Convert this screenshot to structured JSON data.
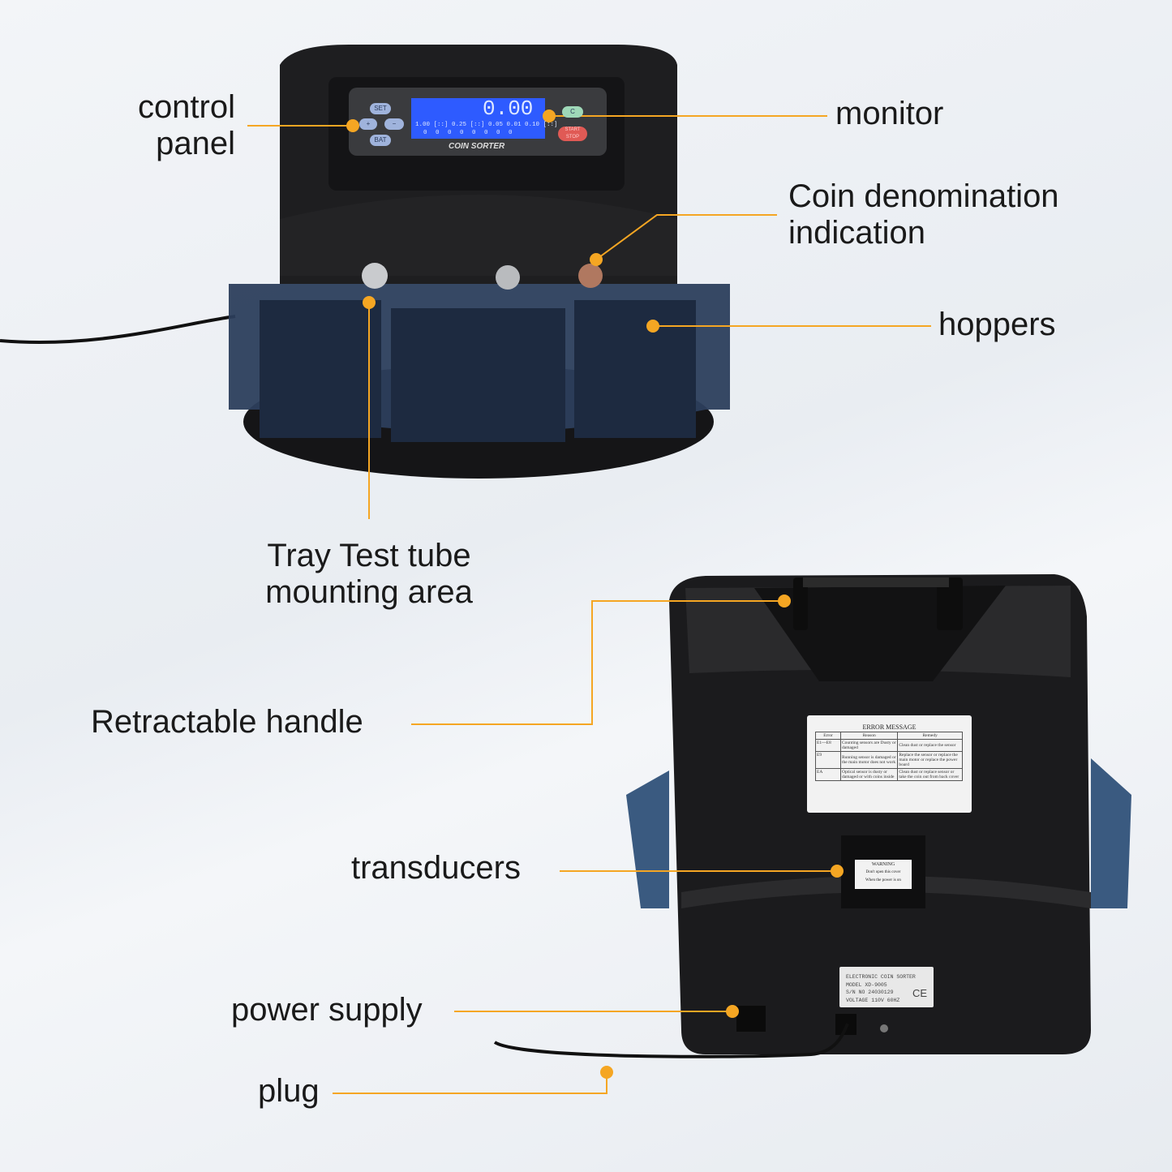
{
  "labels": {
    "control_panel": [
      "control",
      "panel"
    ],
    "monitor": "monitor",
    "coin_denomination": [
      "Coin denomination",
      "indication"
    ],
    "hoppers": "hoppers",
    "tray": [
      "Tray Test tube",
      "mounting area"
    ],
    "handle": "Retractable handle",
    "transducers": "transducers",
    "power_supply": "power supply",
    "plug": "plug"
  },
  "device_front": {
    "lcd_total": "0.00",
    "lcd_denoms": "1.00 [::] 0.25 [::] 0.05 0.01 0.10 [::]",
    "lcd_counts": "0  0  0  0  0  0  0  0",
    "brand_text": "COIN SORTER",
    "buttons": {
      "set": "SET",
      "plus": "+",
      "minus": "−",
      "bat": "BAT",
      "clear": "C",
      "start_stop": "START STOP"
    }
  },
  "device_back": {
    "error_title": "ERROR MESSAGE",
    "error_headers": [
      "Error",
      "Reason",
      "Remedy"
    ],
    "error_rows": [
      [
        "E1---E8",
        "Counting sensors are Dusty or damaged",
        "Clean dust or replace the sensor"
      ],
      [
        "E9",
        "Running sensor is damaged or the main motor does not work",
        "Replace the sensor or replace the main motor or replace the power board"
      ],
      [
        "EA",
        "Optical sensor is dusty or damaged or with coins inside",
        "Clean dust or replace sensor or take the coin out from back cover"
      ]
    ],
    "warning_title": "WARNING",
    "warning_lines": [
      "Don't open this cover",
      "When the power is on"
    ],
    "nameplate": [
      "ELECTRONIC COIN SORTER",
      "MODEL  XD-9005",
      "S/N NO  24030129",
      "VOLTAGE 110V 60HZ"
    ],
    "ce_mark": "CE"
  },
  "colors": {
    "accent": "#f5a623",
    "body": "#1c1c1e",
    "hopper": "#2c3e5c",
    "lcd": "#2e5bff"
  }
}
